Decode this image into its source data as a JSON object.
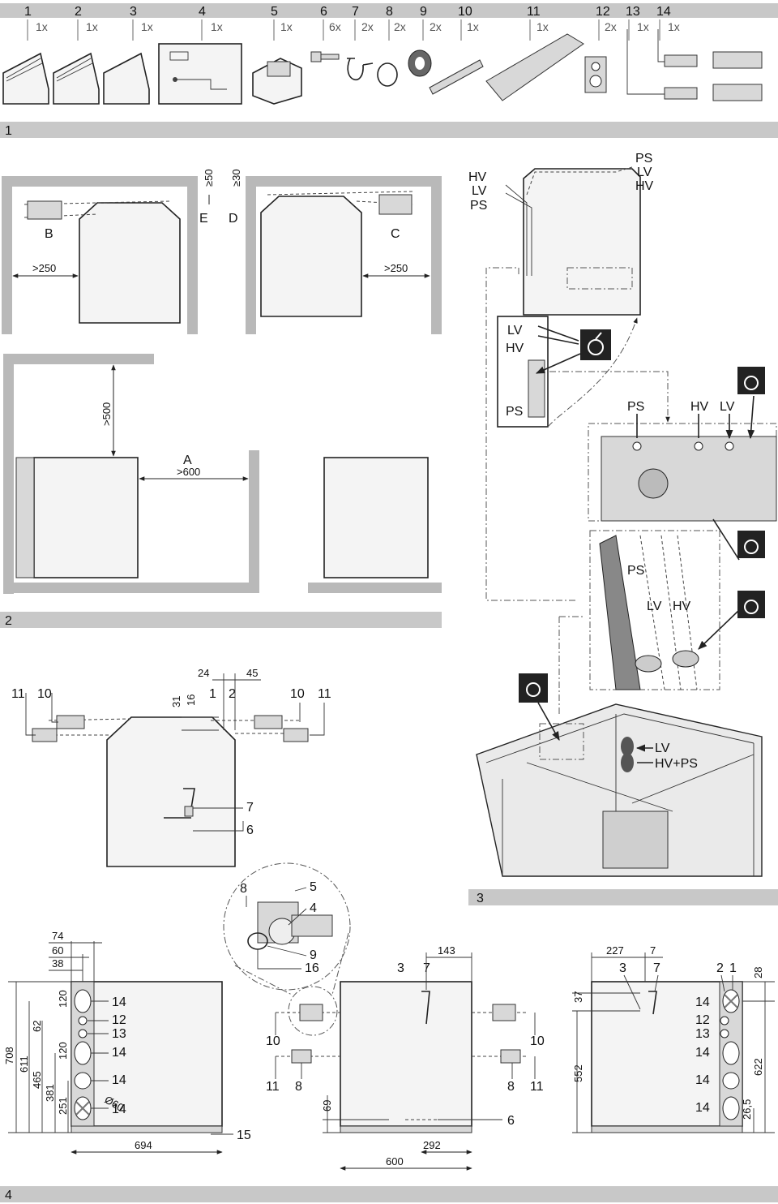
{
  "parts": [
    {
      "num": "1",
      "qty": "1x"
    },
    {
      "num": "2",
      "qty": "1x"
    },
    {
      "num": "3",
      "qty": "1x"
    },
    {
      "num": "4",
      "qty": "1x"
    },
    {
      "num": "5",
      "qty": "1x"
    },
    {
      "num": "6",
      "qty": "6x"
    },
    {
      "num": "7",
      "qty": "2x"
    },
    {
      "num": "8",
      "qty": "2x"
    },
    {
      "num": "9",
      "qty": "2x"
    },
    {
      "num": "10",
      "qty": "1x"
    },
    {
      "num": "11",
      "qty": "1x"
    },
    {
      "num": "12",
      "qty": "2x"
    },
    {
      "num": "13",
      "qty": "1x"
    },
    {
      "num": "14",
      "qty": "1x"
    }
  ],
  "sections": {
    "s1": "1",
    "s2": "2",
    "s3": "3",
    "s4": "4"
  },
  "fig1": {
    "ge50": "≥50",
    "ge30": "≥30",
    "E": "E",
    "D": "D",
    "B": "B",
    "C": "C",
    "gt250a": ">250",
    "gt250b": ">250",
    "gt500": ">500",
    "A": "A",
    "gt600": ">600"
  },
  "fig3": {
    "HV": "HV",
    "LV": "LV",
    "PS": "PS",
    "HVPS": "HV+PS"
  },
  "fig2": {
    "d24": "24",
    "d45": "45",
    "d31": "31",
    "d16": "16",
    "n1": "1",
    "n2": "2",
    "n6": "6",
    "n7": "7",
    "n10": "10",
    "n11": "11",
    "n4": "4",
    "n5": "5",
    "n8": "8",
    "n9": "9",
    "n16": "16"
  },
  "fig4": {
    "d74": "74",
    "d60": "60",
    "d38": "38",
    "d120a": "120",
    "d120b": "120",
    "d62": "62",
    "d708": "708",
    "d611": "611",
    "d465": "465",
    "d381": "381",
    "d251": "251",
    "d694": "694",
    "d15": "15",
    "o60": "Ø60",
    "n12": "12",
    "n13": "13",
    "n14": "14",
    "d143": "143",
    "d69": "69",
    "d292": "292",
    "d600": "600",
    "n3": "3",
    "n7": "7",
    "n10": "10",
    "n11": "11",
    "n8": "8",
    "n6": "6",
    "d227": "227",
    "d7": "7",
    "d37": "37",
    "d552": "552",
    "d28": "28",
    "d622": "622",
    "d26_5": "26,5",
    "n2": "2",
    "n1": "1"
  }
}
